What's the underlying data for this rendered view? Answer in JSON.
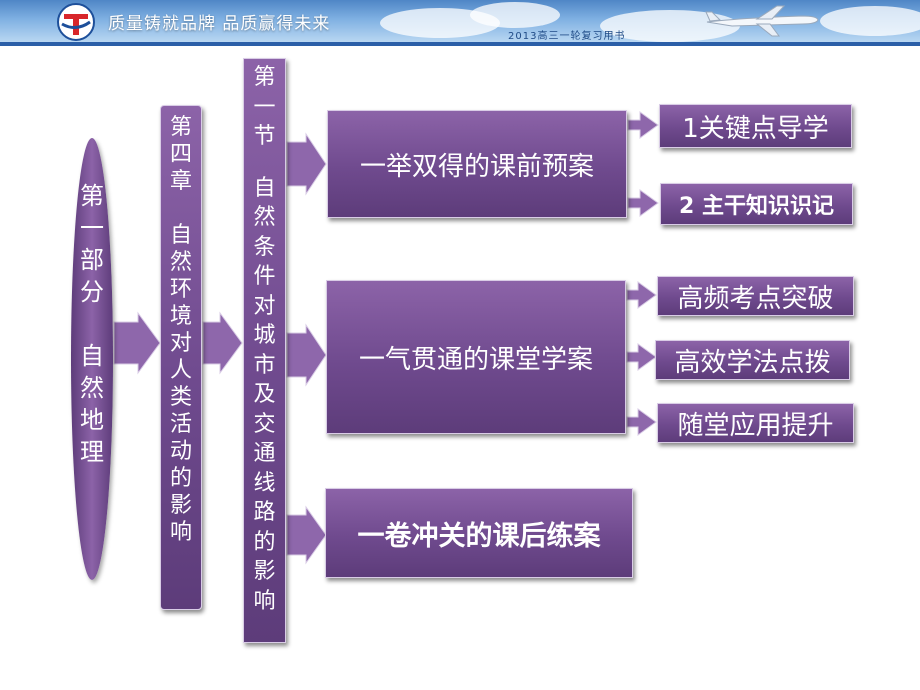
{
  "header": {
    "slogan": "质量铸就品牌 品质赢得未来",
    "book_title": "2013高三一轮复习用书"
  },
  "nodes": {
    "part": [
      "第",
      "一",
      "部",
      "分",
      "",
      "自",
      "然",
      "地",
      "理"
    ],
    "chapter": [
      "第",
      "四",
      "章",
      "",
      "自",
      "然",
      "环",
      "境",
      "对",
      "人",
      "类",
      "活",
      "动",
      "的",
      "影",
      "响"
    ],
    "section": [
      "第",
      "一",
      "节",
      "",
      "自",
      "然",
      "条",
      "件",
      "对",
      "城",
      "市",
      "及",
      "交",
      "通",
      "线",
      "路",
      "的",
      "影",
      "响"
    ],
    "case1": "一举双得的课前预案",
    "case2": "一气贯通的课堂学案",
    "case3": "一卷冲关的课后练案",
    "leaf1": "1关键点导学",
    "leaf2": "2 主干知识识记",
    "leaf3": "高频考点突破",
    "leaf4": "高效学法点拨",
    "leaf5": "随堂应用提升"
  },
  "colors": {
    "box": "#6f4a8e",
    "arrow": "#8e67ab",
    "header": "#4f86c6"
  }
}
